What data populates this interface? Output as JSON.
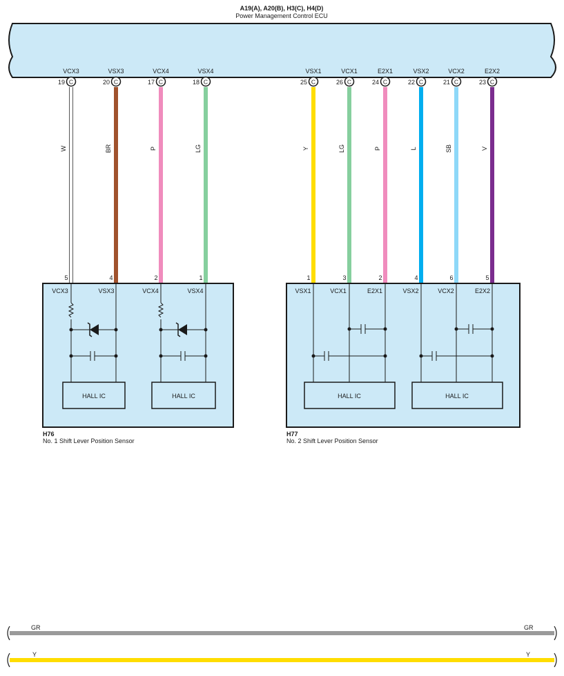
{
  "ecu": {
    "connectors": "A19(A), A20(B), H3(C), H4(D)",
    "name": "Power Management Control ECU"
  },
  "ecu_pins": [
    {
      "label": "VCX3",
      "num": "19",
      "conn": "C",
      "wire": "W",
      "color": "#ffffff",
      "sensorPin": "5"
    },
    {
      "label": "VSX3",
      "num": "20",
      "conn": "C",
      "wire": "BR",
      "color": "#a0522d",
      "sensorPin": "4"
    },
    {
      "label": "VCX4",
      "num": "17",
      "conn": "C",
      "wire": "P",
      "color": "#f08cbd",
      "sensorPin": "2"
    },
    {
      "label": "VSX4",
      "num": "18",
      "conn": "C",
      "wire": "LG",
      "color": "#86cf9e",
      "sensorPin": "1"
    },
    {
      "label": "VSX1",
      "num": "25",
      "conn": "C",
      "wire": "Y",
      "color": "#ffdd00",
      "sensorPin": "1"
    },
    {
      "label": "VCX1",
      "num": "26",
      "conn": "C",
      "wire": "LG",
      "color": "#86cf9e",
      "sensorPin": "3"
    },
    {
      "label": "E2X1",
      "num": "24",
      "conn": "C",
      "wire": "P",
      "color": "#f08cbd",
      "sensorPin": "2"
    },
    {
      "label": "VSX2",
      "num": "22",
      "conn": "C",
      "wire": "L",
      "color": "#00aeef",
      "sensorPin": "4"
    },
    {
      "label": "VCX2",
      "num": "21",
      "conn": "C",
      "wire": "SB",
      "color": "#8ed8f8",
      "sensorPin": "6"
    },
    {
      "label": "E2X2",
      "num": "23",
      "conn": "C",
      "wire": "V",
      "color": "#7b2d8e",
      "sensorPin": "5"
    }
  ],
  "sensor1": {
    "id": "H76",
    "name": "No.  1 Shift Lever Position Sensor",
    "labels": [
      "VCX3",
      "VSX3",
      "VCX4",
      "VSX4"
    ],
    "ic": [
      "HALL IC",
      "HALL IC"
    ]
  },
  "sensor2": {
    "id": "H77",
    "name": "No.  2 Shift Lever Position Sensor",
    "labels": [
      "VSX1",
      "VCX1",
      "E2X1",
      "VSX2",
      "VCX2",
      "E2X2"
    ],
    "ic": [
      "HALL IC",
      "HALL IC"
    ]
  },
  "bottom_wires": [
    {
      "left": "GR",
      "right": "GR",
      "color": "#9a9a9a"
    },
    {
      "left": "Y",
      "right": "Y",
      "color": "#ffdd00"
    }
  ],
  "colors": {
    "panel": "#cce9f7",
    "line": "#1a1a1a"
  }
}
